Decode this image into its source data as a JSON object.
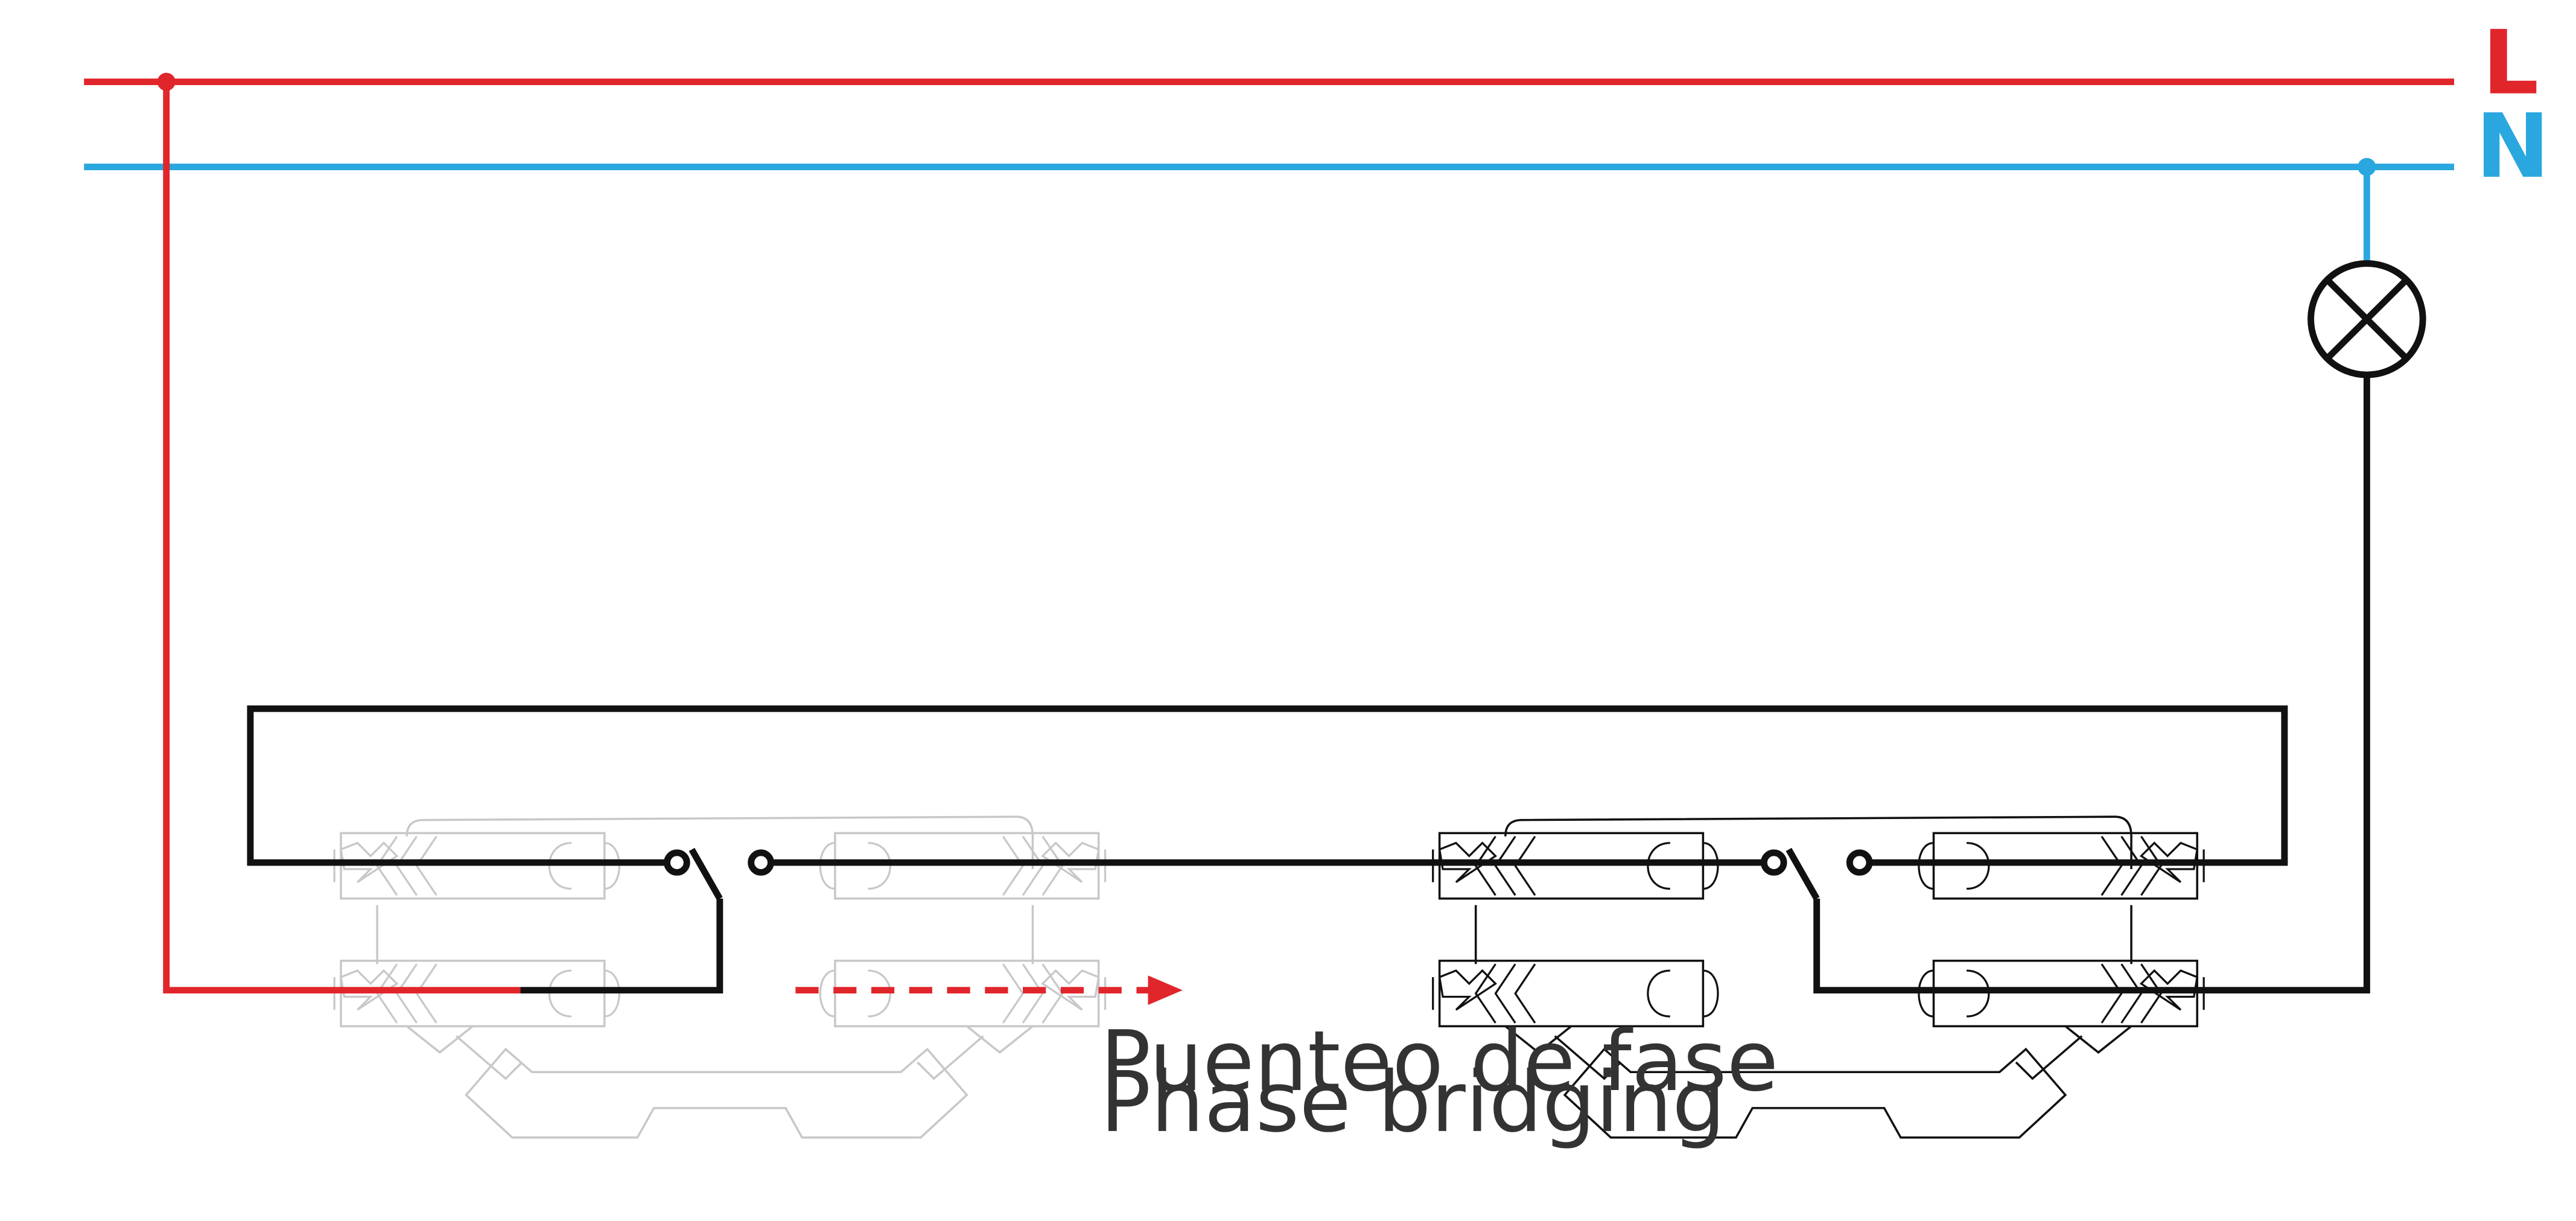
{
  "rails": {
    "live": {
      "label": "L",
      "color": "#e0262b"
    },
    "neutral": {
      "label": "N",
      "color": "#2aa7df"
    }
  },
  "wire_color": "#111111",
  "ghost_color": "#c8c8c8",
  "bridge_arrow_color": "#e0262b",
  "caption": {
    "line1": "Puenteo de fase",
    "line2": "Phase bridging"
  },
  "components": {
    "lamp": "lamp-icon",
    "switch_ghost": "two-way-switch-terminal-block-ghost",
    "switch_active": "two-way-switch-terminal-block"
  }
}
